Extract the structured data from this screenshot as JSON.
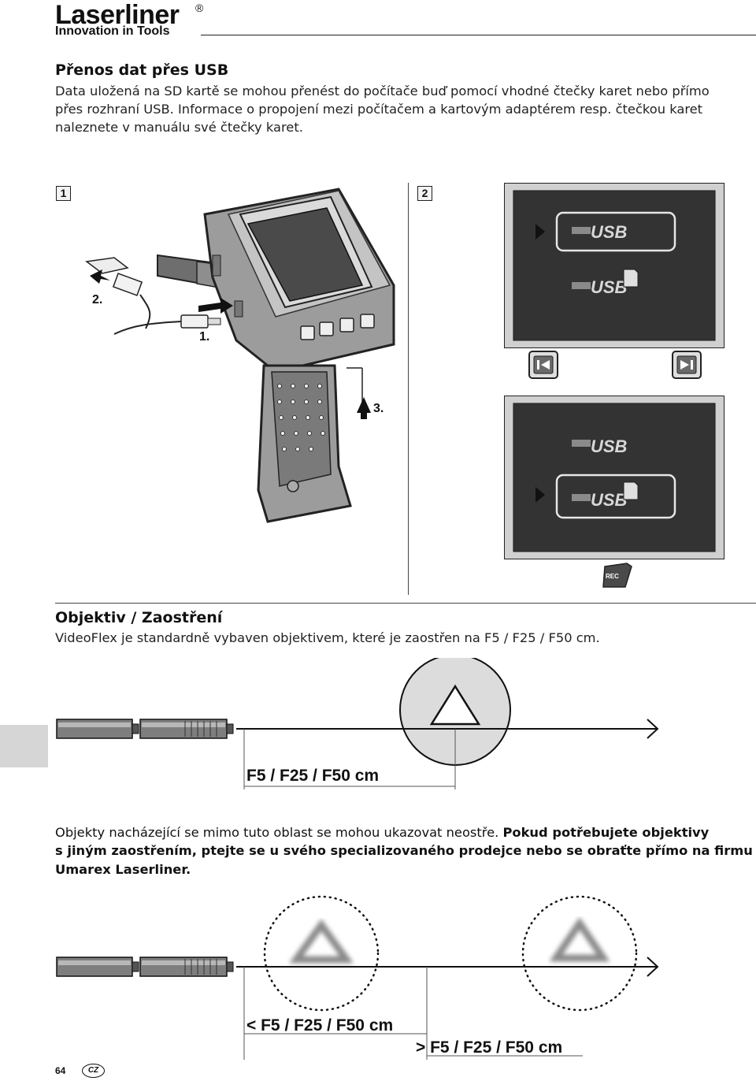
{
  "header": {
    "brand": "Laserliner",
    "registered": "®",
    "tagline": "Innovation in Tools"
  },
  "usb_section": {
    "title": "Přenos dat přes USB",
    "lines": [
      "Data uložená na SD kartě se mohou přenést do počítače buď pomocí vhodné čtečky karet nebo přímo",
      "přes rozhraní USB. Informace o propojení mezi počítačem a kartovým adaptérem resp. čtečkou karet",
      "naleznete v manuálu své čtečky karet."
    ]
  },
  "figure1": {
    "marker": "1",
    "steps": [
      "1.",
      "2.",
      "3."
    ]
  },
  "figure2": {
    "marker": "2",
    "menu_top": {
      "items": [
        "USB",
        "USB"
      ],
      "selected_index": 0
    },
    "menu_bottom": {
      "items": [
        "USB",
        "USB"
      ],
      "selected_index": 1
    },
    "rec_label": "REC"
  },
  "lens_section": {
    "title": "Objektiv / Zaostření",
    "text": "VideoFlex je standardně vybaven objektivem, které je zaostřen na F5 / F25 / F50 cm.",
    "focus_label": "F5 / F25 / F50 cm"
  },
  "note": {
    "line1_normal": "Objekty nacházející se mimo tuto oblast se mohou ukazovat neostře. ",
    "line1_bold": "Pokud potřebujete objektivy",
    "line2": "s jiným zaostřením, ptejte se u svého specializovaného prodejce nebo se obraťte přímo na firmu",
    "line3": "Umarex Laserliner."
  },
  "blur_diagram": {
    "near_label": "< F5 / F25 / F50 cm",
    "far_label": "> F5 / F25 / F50 cm"
  },
  "footer": {
    "page_number": "64",
    "language": "CZ"
  },
  "colors": {
    "screen_dark": "#3a3a3a",
    "screen_frame": "#cfcfcf",
    "device_grey": "#8a8a8a",
    "focus_circle": "#dcdcdc",
    "tab_block": "#d6d6d6"
  }
}
